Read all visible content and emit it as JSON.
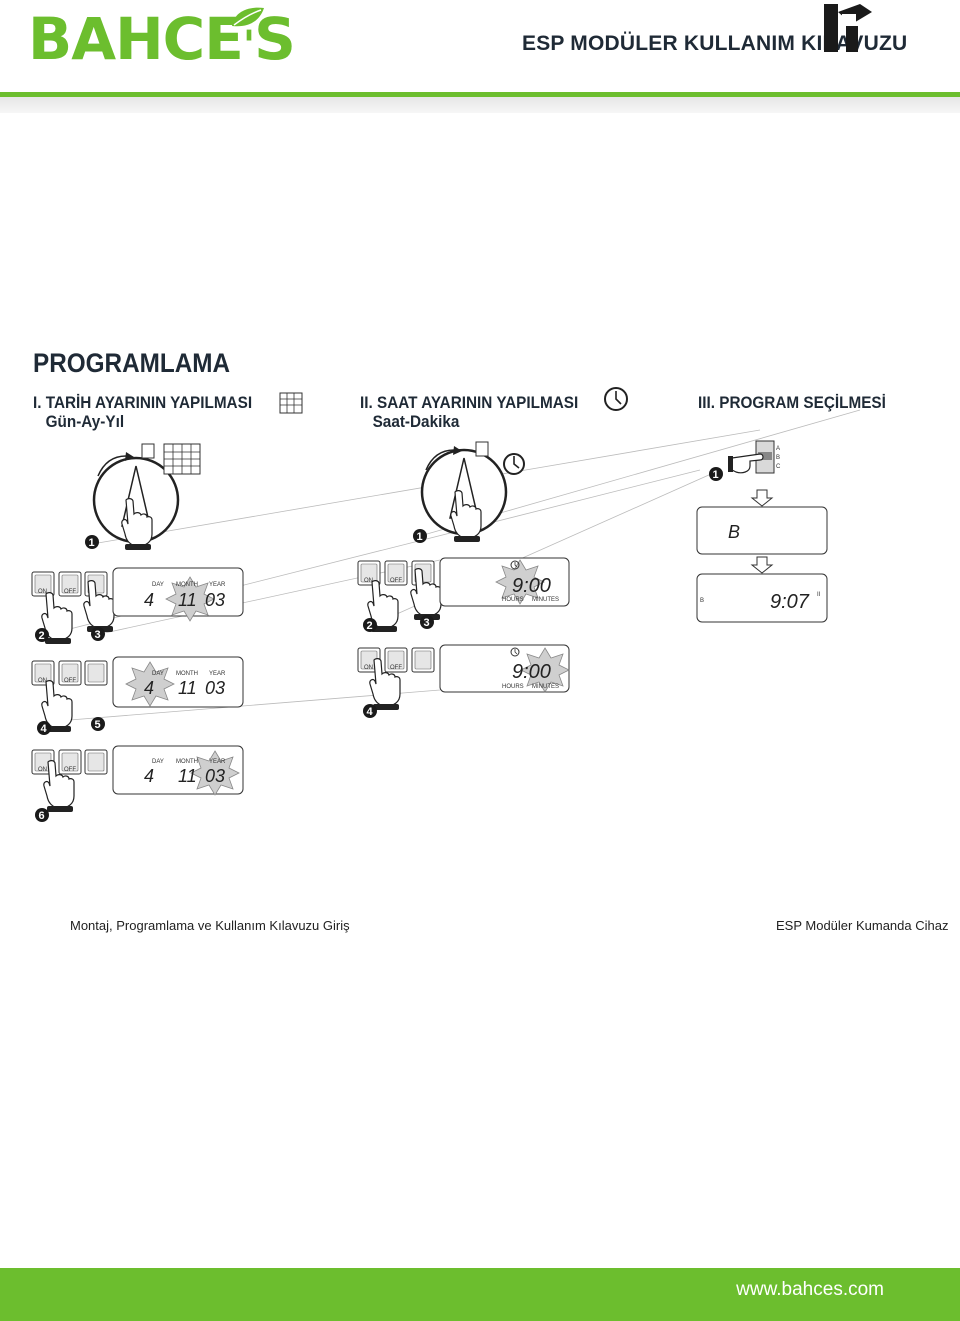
{
  "header": {
    "logo_main": "BAHCE",
    "logo_apostrophe": "'",
    "logo_tail": "S",
    "doc_title": "ESP MODÜLER KULLANIM KILAVUZU",
    "brand_color": "#6cbe2e"
  },
  "section": {
    "title": "PROGRAMLAMA"
  },
  "steps": [
    {
      "heading": "I.  TARİH AYARININ YAPILMASI",
      "sub": "Gün-Ay-Yıl"
    },
    {
      "heading": "II. SAAT AYARININ YAPILMASI",
      "sub": "Saat-Dakika"
    },
    {
      "heading": "III.  PROGRAM SEÇİLMESİ",
      "sub": ""
    }
  ],
  "date_panel": {
    "day_label": "DAY",
    "month_label": "MONTH",
    "year_label": "YEAR",
    "day_value": "4",
    "month_value": "11",
    "year_value": "03"
  },
  "time_panel": {
    "hours_label": "HOURS",
    "minutes_label": "MINUTES",
    "time_value": "9:00"
  },
  "program_panel": {
    "letters": [
      "A",
      "B",
      "C"
    ],
    "selected_program": "B",
    "program_time": "9:07",
    "time_suffix": "II"
  },
  "buttons": {
    "on_label": "ON",
    "off_label": "OFF"
  },
  "step_numbers": [
    "1",
    "2",
    "3",
    "4",
    "5",
    "6",
    "1",
    "2",
    "3",
    "4",
    "1"
  ],
  "footer": {
    "left": "Montaj, Programlama ve Kullanım Kılavuzu Giriş",
    "right": "ESP Modüler Kumanda Cihaz",
    "website": "www.bahces.com"
  },
  "icons": [
    "calendar-icon",
    "clock-icon",
    "leaf-icon",
    "hand-pointer-icon",
    "rotate-arrow-icon",
    "down-arrow-icon"
  ]
}
